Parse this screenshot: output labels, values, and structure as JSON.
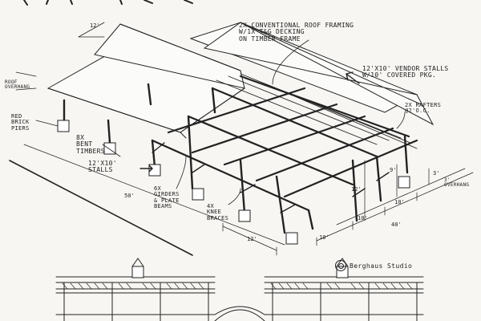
{
  "labels": {
    "roof_framing": "2x conventional roof framing\nw/1x T&G decking\non timber frame",
    "vendor_stalls": "12'x10' vendor stalls\nw/10' covered pkg.",
    "rafters": "2x rafters\n@2'O.C.",
    "roof_overhang": "roof\noverhang",
    "red_brick_piers": "red\nbrick\npiers",
    "bent_timbers": "8x\nbent\ntimbers",
    "stalls": "12'x10'\nstalls",
    "girders": "6x\ngirders\n& plate\nbeams",
    "knee_braces": "4x\nknee\nbraces"
  },
  "dimensions": {
    "d_12_top": "12'",
    "d_50": "50'",
    "d_12_bottom": "12'",
    "d_10_a": "10'",
    "d_10_b": "10'",
    "d_10_c": "10'",
    "d_40": "40'",
    "d_12_post": "12'",
    "d_9": "9'",
    "d_3": "3'",
    "d_overhang": "3'\noverhang"
  },
  "credit": {
    "studio": "Berghaus Studio"
  }
}
